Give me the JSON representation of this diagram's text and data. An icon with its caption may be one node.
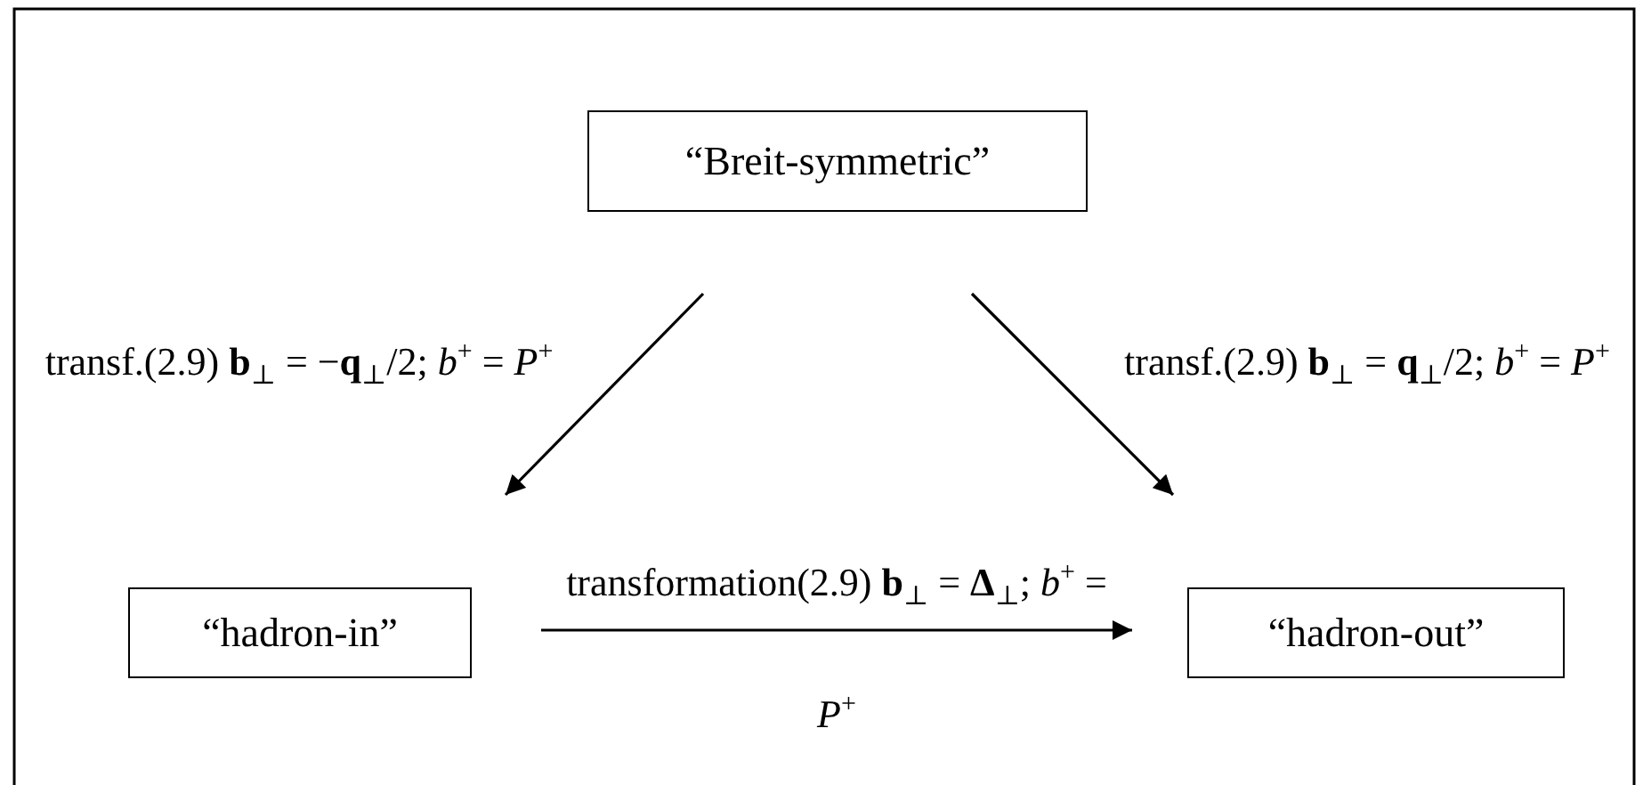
{
  "diagram": {
    "nodes": [
      {
        "text": [
          "“Breit-symmetric”"
        ]
      },
      {
        "text": [
          "“hadron-in”"
        ]
      },
      {
        "text": [
          "“hadron-out”"
        ]
      }
    ],
    "edges": [
      {
        "from": 0,
        "to": 1,
        "arrow": "to",
        "label": "transf.(2.9) **b**$_{⊥}$ = −**q**$_{⊥}$/2; *b*$^{+}$ = *P*$^{+}$"
      },
      {
        "from": 0,
        "to": 2,
        "arrow": "to",
        "label": "transf.(2.9) **b**$_{⊥}$ = **q**$_{⊥}$/2; *b*$^{+}$ = *P*$^{+}$"
      },
      {
        "from": 1,
        "to": 2,
        "arrow": "to",
        "label": "transformation(2.9) **b**$_{⊥}$ = **Δ**$_{⊥}$; *b*$^{+}$ = *P*$^{+}$"
      }
    ]
  }
}
